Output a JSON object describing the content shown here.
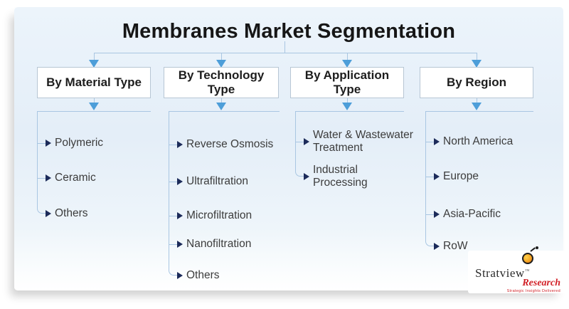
{
  "title": "Membranes Market Segmentation",
  "segments": [
    {
      "label": "By Material Type",
      "items": [
        {
          "label": "Polymeric"
        },
        {
          "label": "Ceramic"
        },
        {
          "label": "Others"
        }
      ]
    },
    {
      "label": "By Technology Type",
      "items": [
        {
          "label": "Reverse Osmosis"
        },
        {
          "label": "Ultrafiltration"
        },
        {
          "label": "Microfiltration"
        },
        {
          "label": "Nanofiltration"
        },
        {
          "label": "Others"
        }
      ]
    },
    {
      "label": "By Application Type",
      "items": [
        {
          "label": "Water & Wastewater\nTreatment"
        },
        {
          "label": "Industrial\nProcessing"
        }
      ]
    },
    {
      "label": "By Region",
      "items": [
        {
          "label": "North America"
        },
        {
          "label": "Europe"
        },
        {
          "label": "Asia-Pacific"
        },
        {
          "label": "RoW"
        }
      ]
    }
  ],
  "logo": {
    "brand": "Stratview",
    "trademark": "™",
    "brand2": "Research",
    "tagline": "Strategic Insights Delivered"
  },
  "colors": {
    "connector_line": "#a9c6e2",
    "down_arrow_blue": "#4d9ed9",
    "bullet_navy": "#1c2b5a",
    "background_blue": "#e4eef8",
    "brand_red": "#d22027"
  }
}
